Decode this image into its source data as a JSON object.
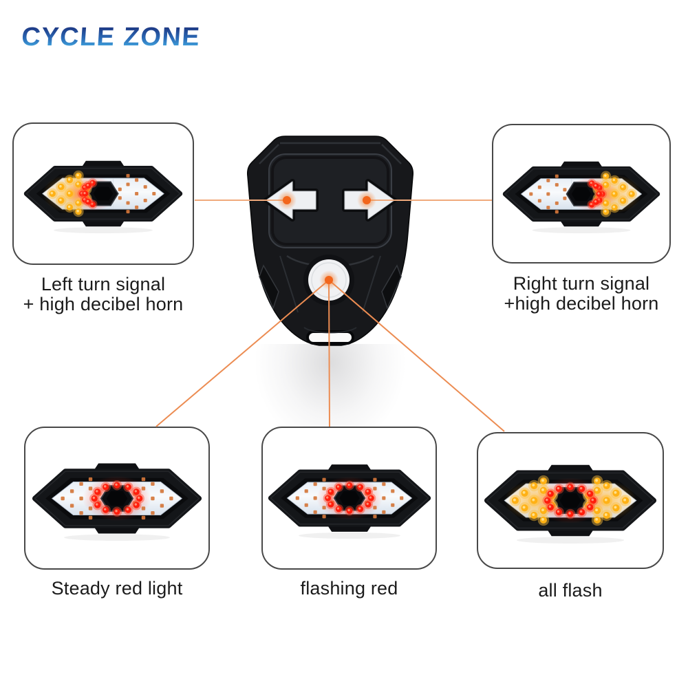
{
  "logo": {
    "text": "CYCLE ZONE",
    "gradient_top": "#17246f",
    "gradient_mid": "#2c6cb8",
    "gradient_bottom": "#4cc4f2"
  },
  "remote": {
    "description": "black wireless remote control",
    "buttons": [
      {
        "name": "left-arrow-button",
        "symbol": "left-arrow"
      },
      {
        "name": "right-arrow-button",
        "symbol": "right-arrow"
      },
      {
        "name": "round-button",
        "symbol": "circle"
      }
    ]
  },
  "colors": {
    "connector_line_horizontal": "#f0a97b",
    "connector_line_diagonal": "#ec8c52",
    "connector_dot": "#f2661c",
    "led_red": "#ff1d0c",
    "led_amber": "#ffb115",
    "led_dim_orange": "#d4763a",
    "box_border": "#484848",
    "label_text": "#1b1b1b"
  },
  "panels": [
    {
      "id": "left-turn",
      "mode": "left_turn",
      "label_line1": "Left turn signal",
      "label_line2": "+ high decibel horn"
    },
    {
      "id": "right-turn",
      "mode": "right_turn",
      "label_line1": "Right turn signal",
      "label_line2": "+high decibel horn"
    },
    {
      "id": "steady-red",
      "mode": "steady_red",
      "label_line1": "Steady red light",
      "label_line2": ""
    },
    {
      "id": "flashing-red",
      "mode": "flashing_red",
      "label_line1": "flashing red",
      "label_line2": ""
    },
    {
      "id": "all-flash",
      "mode": "all_flash",
      "label_line1": "all flash",
      "label_line2": ""
    }
  ]
}
